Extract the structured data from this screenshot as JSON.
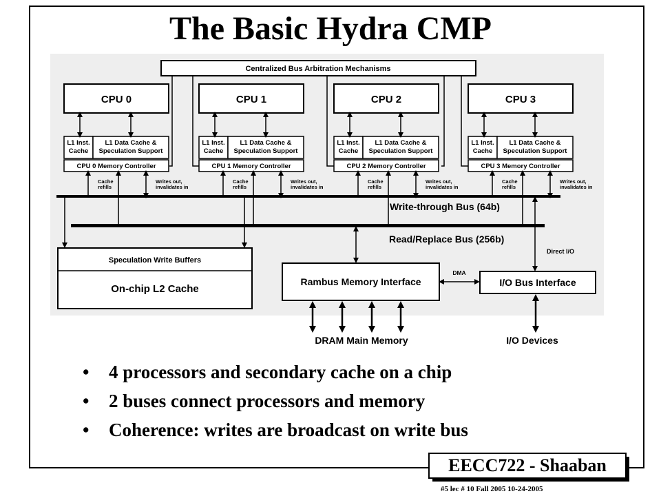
{
  "slide": {
    "title": "The Basic Hydra CMP",
    "bullets": [
      "4 processors and secondary cache on a chip",
      "2 buses connect processors and memory",
      "Coherence: writes are broadcast on write bus"
    ],
    "bullet_glyph": "•",
    "logo": "EECC722 - Shaaban",
    "footer": "#5   lec # 10    Fall 2005    10-24-2005"
  },
  "diagram": {
    "arbitration": "Centralized Bus Arbitration Mechanisms",
    "cpus": [
      {
        "name": "CPU 0",
        "l1i_line1": "L1 Inst.",
        "l1i_line2": "Cache",
        "l1d_line1": "L1 Data Cache &",
        "l1d_line2": "Speculation Support",
        "controller": "CPU 0 Memory Controller"
      },
      {
        "name": "CPU 1",
        "l1i_line1": "L1 Inst.",
        "l1i_line2": "Cache",
        "l1d_line1": "L1 Data Cache &",
        "l1d_line2": "Speculation Support",
        "controller": "CPU 1 Memory Controller"
      },
      {
        "name": "CPU 2",
        "l1i_line1": "L1 Inst.",
        "l1i_line2": "Cache",
        "l1d_line1": "L1 Data Cache &",
        "l1d_line2": "Speculation Support",
        "controller": "CPU 2 Memory Controller"
      },
      {
        "name": "CPU 3",
        "l1i_line1": "L1 Inst.",
        "l1i_line2": "Cache",
        "l1d_line1": "L1 Data Cache &",
        "l1d_line2": "Speculation Support",
        "controller": "CPU 3 Memory Controller"
      }
    ],
    "cache_refills_1": "Cache",
    "cache_refills_2": "refills",
    "writes_out_1": "Writes out,",
    "writes_out_2": "invalidates in",
    "write_bus": "Write-through Bus (64b)",
    "read_bus": "Read/Replace Bus (256b)",
    "spec_buffers": "Speculation Write Buffers",
    "l2_cache": "On-chip L2 Cache",
    "rambus": "Rambus Memory Interface",
    "dma": "DMA",
    "io_bus": "I/O Bus Interface",
    "direct_io": "Direct I/O",
    "dram": "DRAM Main Memory",
    "io_devices": "I/O Devices"
  }
}
